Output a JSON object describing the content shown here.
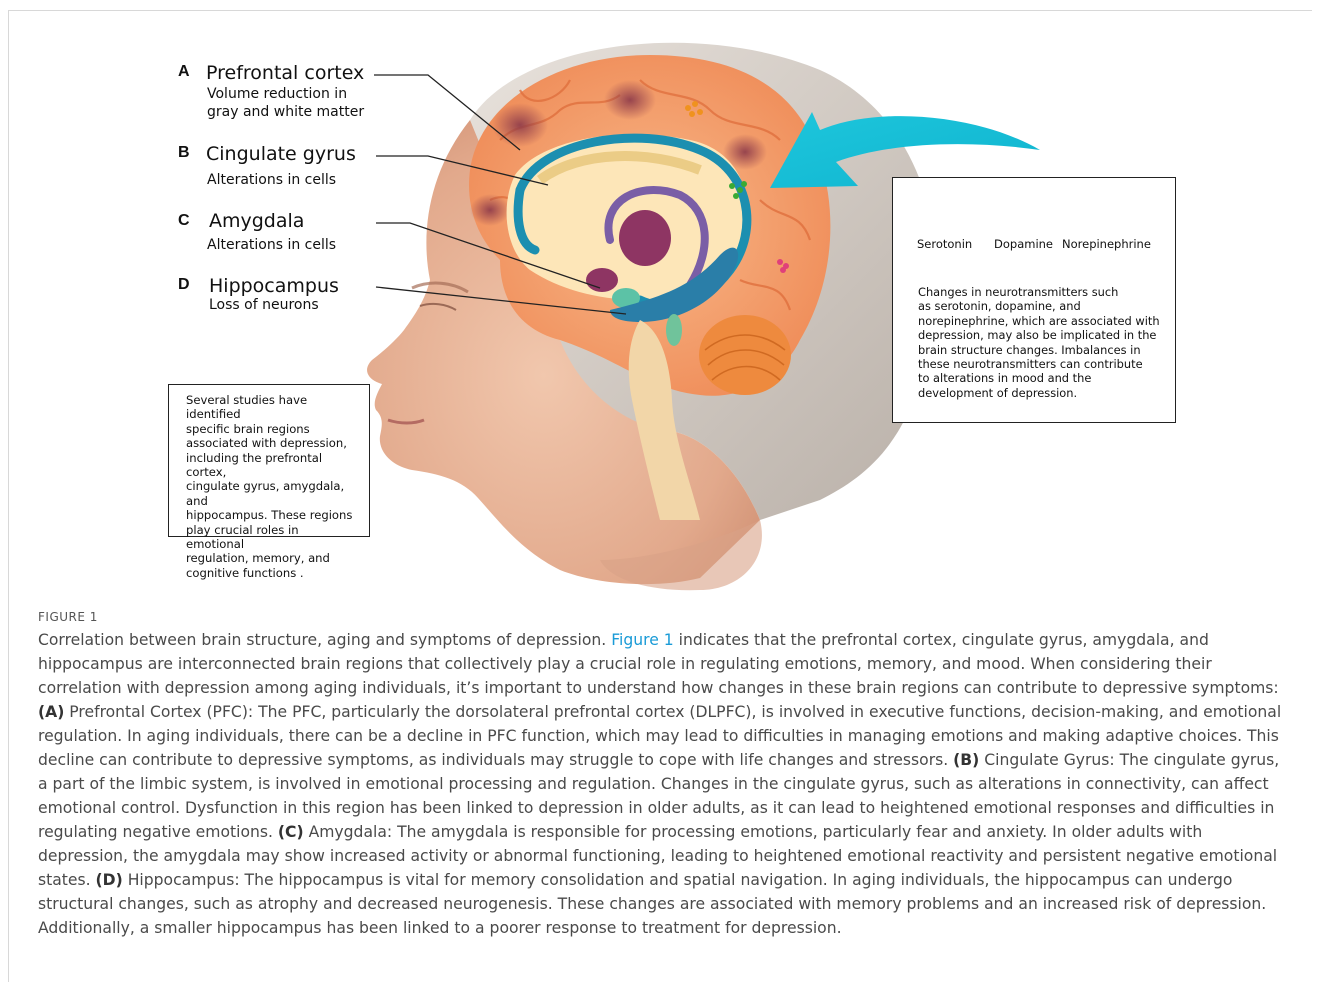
{
  "labels": [
    {
      "letter": "A",
      "title": "Prefrontal cortex",
      "sub": [
        "Volume reduction in",
        "gray and white matter"
      ]
    },
    {
      "letter": "B",
      "title": "Cingulate gyrus",
      "sub": [
        "Alterations in cells"
      ]
    },
    {
      "letter": "C",
      "title": "Amygdala",
      "sub": [
        "Alterations in cells"
      ]
    },
    {
      "letter": "D",
      "title": "Hippocampus",
      "sub": [
        "Loss of neurons"
      ]
    }
  ],
  "left_box": {
    "lines": [
      "Several studies have identified",
      "specific brain regions",
      "associated with depression,",
      "including the prefrontal cortex,",
      "cingulate gyrus, amygdala, and",
      "hippocampus. These regions",
      "play crucial roles in emotional",
      "regulation, memory, and",
      "cognitive functions ."
    ]
  },
  "right_box": {
    "neurotransmitters": [
      {
        "name": "Serotonin",
        "color": "#e0407a"
      },
      {
        "name": "Dopamine",
        "color": "#f0921e"
      },
      {
        "name": "Norepinephrine",
        "color": "#3aaa35"
      }
    ],
    "lines": [
      "Changes in neurotransmitters such",
      "as serotonin, dopamine, and",
      "norepinephrine, which are associated with",
      "depression, may also be implicated in the",
      "brain structure changes. Imbalances in",
      "these neurotransmitters can contribute",
      "to alterations in mood and the",
      "development of depression."
    ]
  },
  "figure_label": "FIGURE 1",
  "caption": {
    "intro": "Correlation between brain structure, aging and symptoms of depression. ",
    "link": "Figure 1",
    "p0": " indicates that the prefrontal cortex, cingulate gyrus, amygdala, and hippocampus are interconnected brain regions that collectively play a crucial role in regulating emotions, memory, and mood. When considering their correlation with depression among aging individuals, it’s important to understand how changes in these brain regions can contribute to depressive symptoms: ",
    "a_label": "(A)",
    "a_text": " Prefrontal Cortex (PFC): The PFC, particularly the dorsolateral prefrontal cortex (DLPFC), is involved in executive functions, decision-making, and emotional regulation. In aging individuals, there can be a decline in PFC function, which may lead to difficulties in managing emotions and making adaptive choices. This decline can contribute to depressive symptoms, as individuals may struggle to cope with life changes and stressors. ",
    "b_label": "(B)",
    "b_text": " Cingulate Gyrus: The cingulate gyrus, a part of the limbic system, is involved in emotional processing and regulation. Changes in the cingulate gyrus, such as alterations in connectivity, can affect emotional control. Dysfunction in this region has been linked to depression in older adults, as it can lead to heightened emotional responses and difficulties in regulating negative emotions. ",
    "c_label": "(C)",
    "c_text": " Amygdala: The amygdala is responsible for processing emotions, particularly fear and anxiety. In older adults with depression, the amygdala may show increased activity or abnormal functioning, leading to heightened emotional reactivity and persistent negative emotional states. ",
    "d_label": "(D)",
    "d_text": " Hippocampus: The hippocampus is vital for memory consolidation and spatial navigation. In aging individuals, the hippocampus can undergo structural changes, such as atrophy and decreased neurogenesis. These changes are associated with memory problems and an increased risk of depression. Additionally, a smaller hippocampus has been linked to a poorer response to treatment for depression."
  }
}
